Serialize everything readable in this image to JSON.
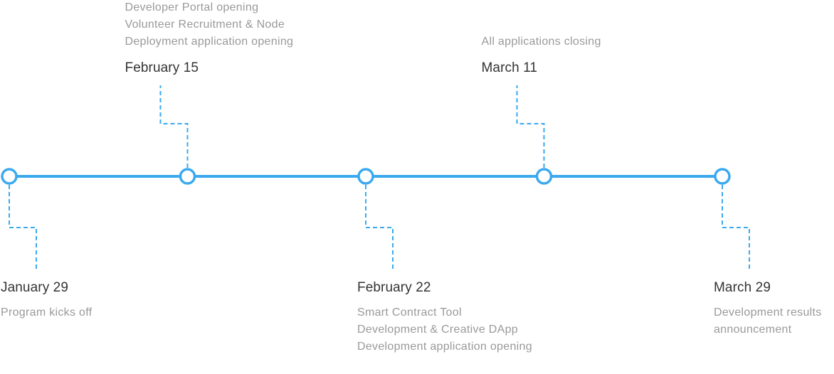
{
  "theme": {
    "accent": "#3ba9ef",
    "date_color": "#333333",
    "desc_color": "#999999"
  },
  "events": [
    {
      "date": "January 29",
      "position": "below",
      "description": [
        "Program kicks off"
      ]
    },
    {
      "date": "February 15",
      "position": "above",
      "description": [
        "Developer Portal opening",
        "Volunteer Recruitment & Node",
        "Deployment application opening"
      ]
    },
    {
      "date": "February 22",
      "position": "below",
      "description": [
        "Smart Contract Tool",
        "Development & Creative DApp",
        "Development application opening"
      ]
    },
    {
      "date": "March 11",
      "position": "above",
      "description": [
        "All applications closing"
      ]
    },
    {
      "date": "March 29",
      "position": "below",
      "description": [
        "Development results",
        "announcement"
      ]
    }
  ]
}
